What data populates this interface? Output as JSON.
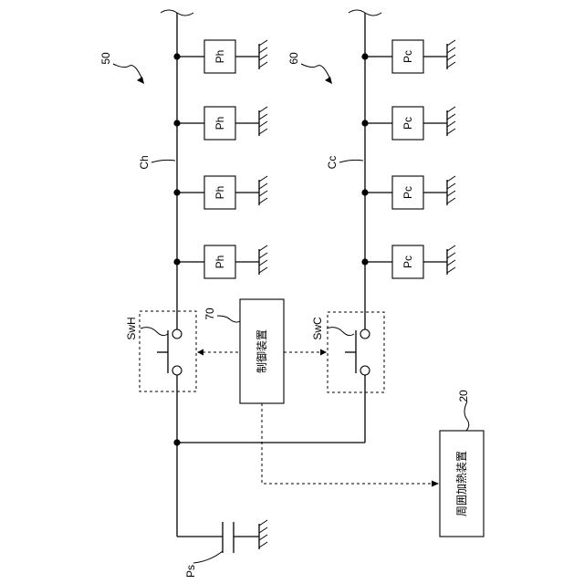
{
  "labels": {
    "group_heat": "50",
    "group_cool": "60",
    "line_heat": "Ch",
    "line_cool": "Cc",
    "switch_heat": "SwH",
    "switch_cool": "SwC",
    "controller_ref": "70",
    "controller": "制御装置",
    "heater_ref": "20",
    "heater": "周囲加熱装置",
    "source": "Ps"
  },
  "heat_units": [
    "Ph",
    "Ph",
    "Ph",
    "Ph"
  ],
  "cool_units": [
    "Pc",
    "Pc",
    "Pc",
    "Pc"
  ]
}
